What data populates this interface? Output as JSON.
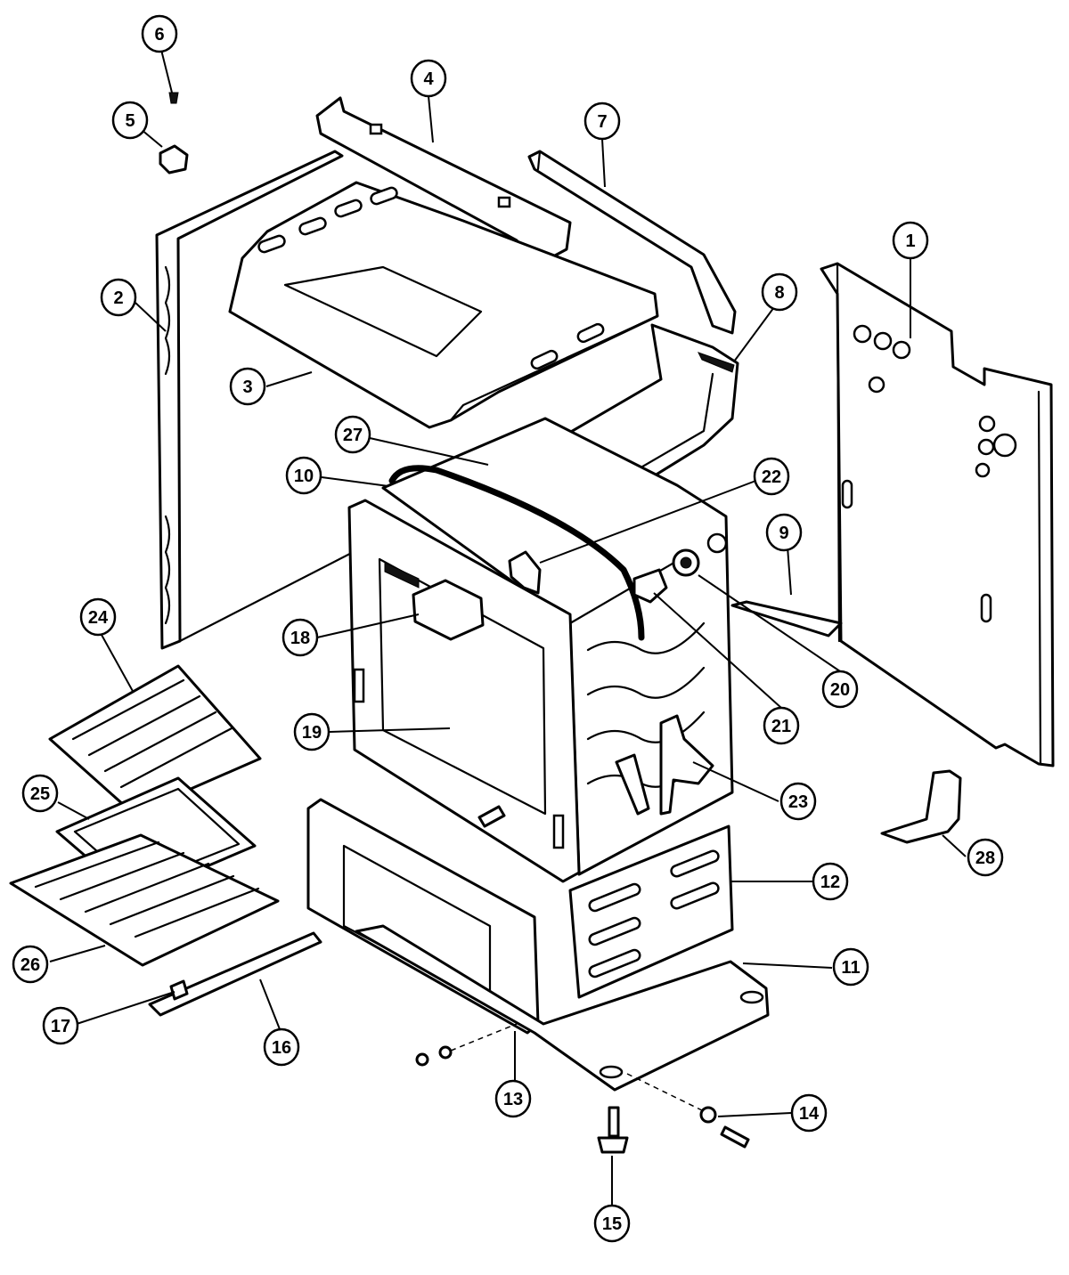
{
  "callouts": [
    {
      "num": "1"
    },
    {
      "num": "2"
    },
    {
      "num": "3"
    },
    {
      "num": "4"
    },
    {
      "num": "5"
    },
    {
      "num": "6"
    },
    {
      "num": "7"
    },
    {
      "num": "8"
    },
    {
      "num": "9"
    },
    {
      "num": "10"
    },
    {
      "num": "11"
    },
    {
      "num": "12"
    },
    {
      "num": "13"
    },
    {
      "num": "14"
    },
    {
      "num": "15"
    },
    {
      "num": "16"
    },
    {
      "num": "17"
    },
    {
      "num": "18"
    },
    {
      "num": "19"
    },
    {
      "num": "20"
    },
    {
      "num": "21"
    },
    {
      "num": "22"
    },
    {
      "num": "23"
    },
    {
      "num": "24"
    },
    {
      "num": "25"
    },
    {
      "num": "26"
    },
    {
      "num": "27"
    },
    {
      "num": "28"
    }
  ]
}
